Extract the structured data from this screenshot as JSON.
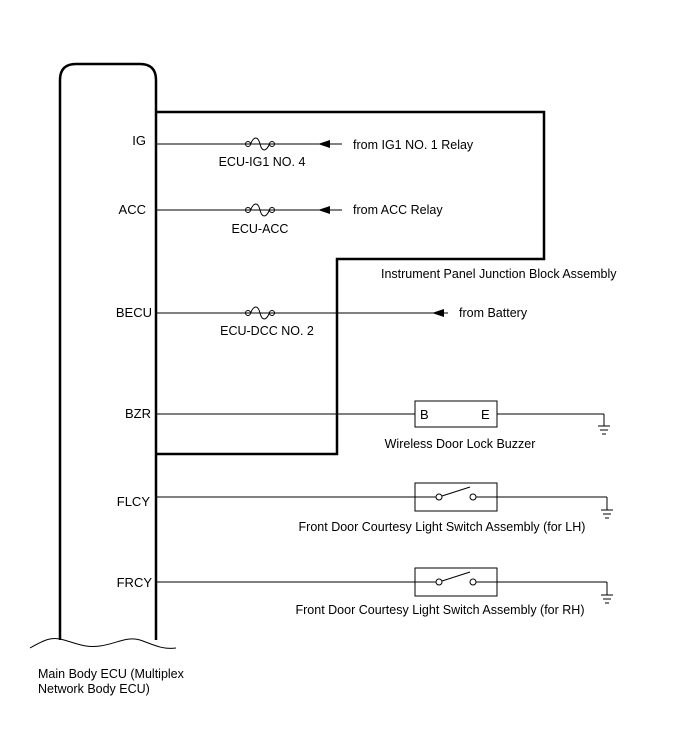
{
  "ecu": {
    "name_line1": "Main Body ECU (Multiplex",
    "name_line2": "Network Body ECU)"
  },
  "junction_block": {
    "name": "Instrument Panel Junction Block Assembly"
  },
  "terminals": {
    "ig": "IG",
    "acc": "ACC",
    "becu": "BECU",
    "bzr": "BZR",
    "flcy": "FLCY",
    "frcy": "FRCY"
  },
  "fuses": {
    "ig": "ECU-IG1 NO. 4",
    "acc": "ECU-ACC",
    "becu": "ECU-DCC NO. 2"
  },
  "sources": {
    "ig": "from IG1 NO. 1 Relay",
    "acc": "from ACC Relay",
    "becu": "from Battery"
  },
  "buzzer": {
    "name": "Wireless Door Lock Buzzer",
    "pin_b": "B",
    "pin_e": "E"
  },
  "switches": {
    "lh": "Front Door Courtesy Light Switch Assembly (for LH)",
    "rh": "Front Door Courtesy Light Switch Assembly (for RH)"
  }
}
